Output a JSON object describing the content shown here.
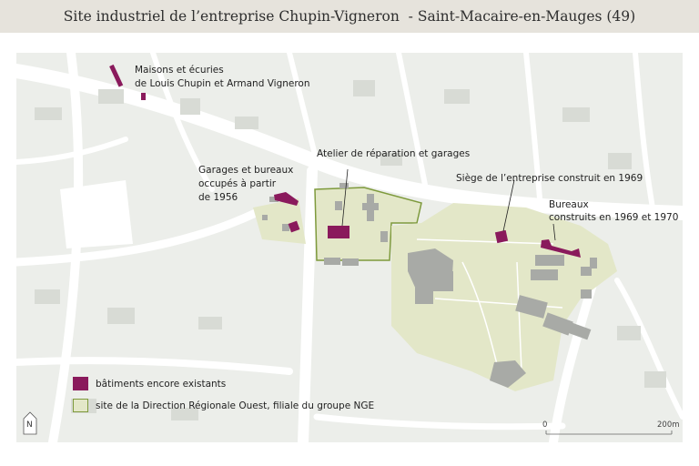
{
  "title": "Site industriel de l’entreprise Chupin-Vigneron  - Saint-Macaire-en-Mauges (49)",
  "labels": {
    "maisons_line1": "Maisons et écuries",
    "maisons_line2": "de Louis Chupin et Armand Vigneron",
    "atelier": "Atelier de réparation et garages",
    "garages_line1": "Garages et bureaux",
    "garages_line2": "occupés à partir",
    "garages_line3": "de 1956",
    "siege": "Siège de l’entreprise construit en 1969",
    "bureaux_line1": "Bureaux",
    "bureaux_line2": "construits en 1969 et 1970"
  },
  "legend": {
    "buildings": "bâtiments encore existants",
    "site": "site de la Direction Régionale Ouest, filiale du groupe NGE"
  },
  "north": "N",
  "scale": {
    "start": "0",
    "end": "200m"
  },
  "colors": {
    "building_existing": "#8a1a5c",
    "site_fill": "#e3e7c8",
    "site_border": "#7e9a3c",
    "urban_block": "#eceeea",
    "street": "#ffffff",
    "other_building": "#a8aaa6"
  }
}
